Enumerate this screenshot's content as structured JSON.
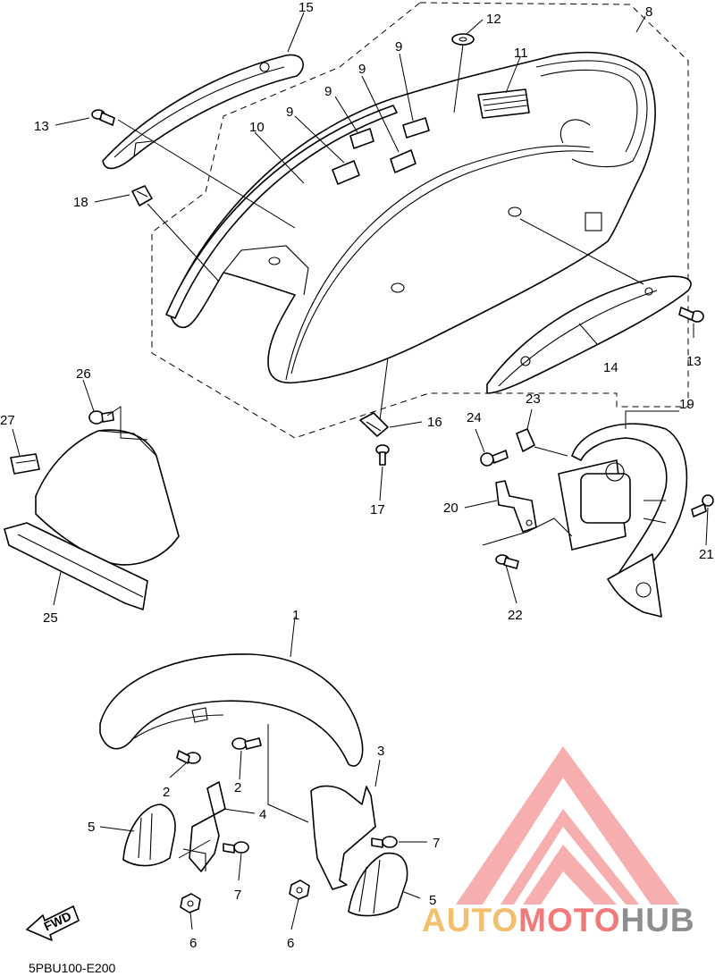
{
  "diagram_code": "5PBU100-E200",
  "fwd_label": "FWD",
  "watermark": {
    "part1": "AUTO",
    "part2": "MOTO",
    "part3": "HUB",
    "color1": "#f2bf6e",
    "color2": "#f07a7a",
    "color3": "#8e8e8e",
    "logo_color": "#f6a0a0"
  },
  "callouts": {
    "c1": "1",
    "c2a": "2",
    "c2b": "2",
    "c3": "3",
    "c4": "4",
    "c5a": "5",
    "c5b": "5",
    "c6a": "6",
    "c6b": "6",
    "c7a": "7",
    "c7b": "7",
    "c8": "8",
    "c9a": "9",
    "c9b": "9",
    "c9c": "9",
    "c9d": "9",
    "c10": "10",
    "c11": "11",
    "c12": "12",
    "c13a": "13",
    "c13b": "13",
    "c14": "14",
    "c15": "15",
    "c16": "16",
    "c17": "17",
    "c18": "18",
    "c19": "19",
    "c20": "20",
    "c21": "21",
    "c22": "22",
    "c23": "23",
    "c24": "24",
    "c25": "25",
    "c26": "26",
    "c27": "27"
  }
}
